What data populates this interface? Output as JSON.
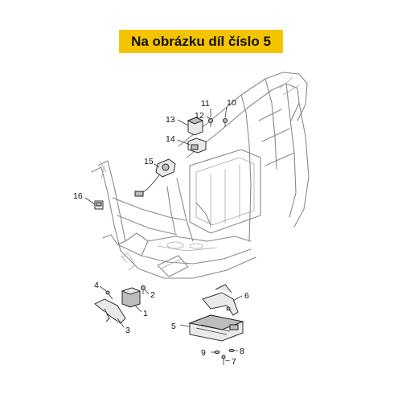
{
  "banner": {
    "text": "Na obrázku díl číslo 5"
  },
  "colors": {
    "banner_bg": "#f5c400",
    "frame": "#8a8a8a",
    "part": "#333333"
  },
  "callouts": [
    "1",
    "2",
    "3",
    "4",
    "5",
    "6",
    "7",
    "8",
    "9",
    "10",
    "11",
    "12",
    "13",
    "14",
    "15",
    "16"
  ]
}
